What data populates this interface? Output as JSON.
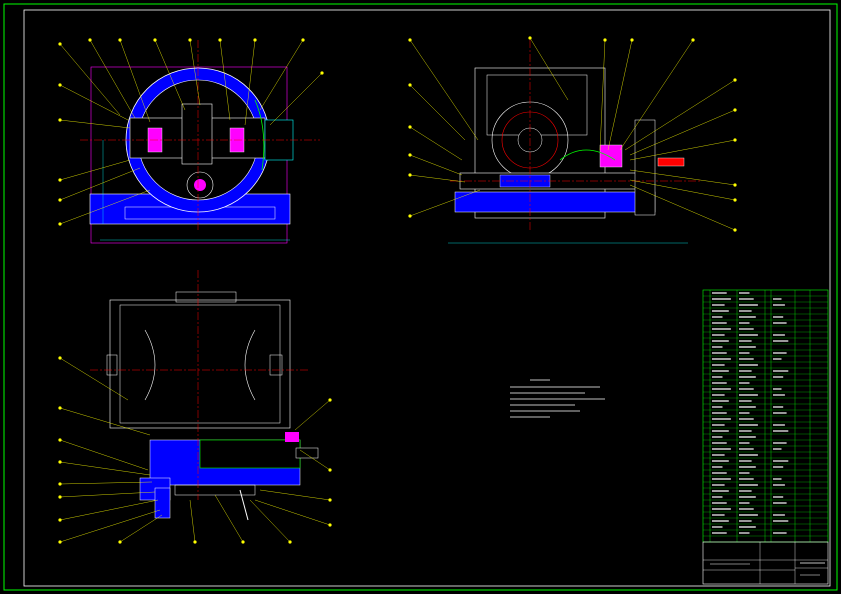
{
  "colors": {
    "background": "#000000",
    "frame": "#00ff00",
    "outline": "#ffffff",
    "section_fill": "#0000ff",
    "centerline": "#ff0000",
    "leader": "#ffff00",
    "part_highlight": "#ff00ff",
    "shaft": "#00ffff"
  },
  "views": {
    "front": {
      "name": "front-view"
    },
    "side": {
      "name": "side-view"
    },
    "top": {
      "name": "top-view"
    }
  },
  "notes": {
    "label": "technical-requirements"
  },
  "parts_list": {
    "label": "bill-of-materials"
  },
  "title_block": {
    "label": "title-block"
  },
  "icons": [
    "balloon-leader-icon",
    "dimension-icon",
    "centerline-icon"
  ]
}
